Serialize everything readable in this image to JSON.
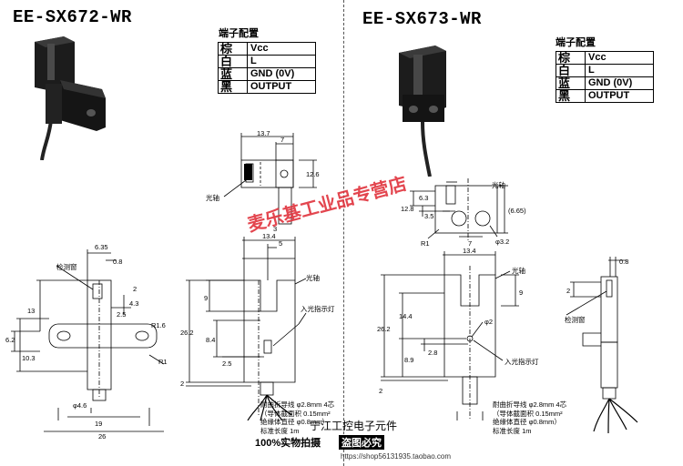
{
  "left": {
    "model": "EE-SX672-WR",
    "terminal_title": "端子配置",
    "terminals": [
      {
        "color": "棕",
        "signal": "Vcc"
      },
      {
        "color": "白",
        "signal": "L"
      },
      {
        "color": "蓝",
        "signal": "GND (0V)"
      },
      {
        "color": "黑",
        "signal": "OUTPUT"
      }
    ],
    "labels": {
      "optical_axis": "光轴",
      "detection_window": "检测窗",
      "indicator": "入光指示灯"
    },
    "dims_side": [
      "13.7",
      "7",
      "12.6",
      "3"
    ],
    "dims_front": [
      "6.35",
      "0.8",
      "2",
      "4.3",
      "2.5",
      "13",
      "R1.6",
      "6.2",
      "10.3",
      "R1",
      "φ4.6",
      "19",
      "26"
    ],
    "dims_main": [
      "13.4",
      "5",
      "9",
      "26.2",
      "8.4",
      "2.5",
      "2"
    ],
    "spec": [
      "耐曲折导线 φ2.8mm  4芯",
      "（导体截面积 0.15mm²",
      "绝缘体直径 φ0.8mm）",
      "标准长度 1m"
    ]
  },
  "right": {
    "model": "EE-SX673-WR",
    "terminal_title": "端子配置",
    "terminals": [
      {
        "color": "棕",
        "signal": "Vcc"
      },
      {
        "color": "白",
        "signal": "L"
      },
      {
        "color": "蓝",
        "signal": "GND (0V)"
      },
      {
        "color": "黑",
        "signal": "OUTPUT"
      }
    ],
    "labels": {
      "optical_axis": "光轴",
      "detection_window": "检测窗",
      "indicator": "入光指示灯"
    },
    "dims_top": [
      "6.3",
      "12.8",
      "3.5",
      "(6.65)",
      "R1",
      "7",
      "φ3.2"
    ],
    "dims_main": [
      "13.4",
      "9",
      "14.4",
      "26.2",
      "φ2",
      "2.8",
      "8.9",
      "2"
    ],
    "dims_side": [
      "0.8",
      "2"
    ],
    "spec": [
      "耐曲折导线 φ2.8mm  4芯",
      "（导体截面积 0.15mm²",
      "绝缘体直径 φ0.8mm）",
      "标准长度 1m"
    ]
  },
  "watermark": "麦乐基工业品专营店",
  "banner": {
    "line1": "宁江工控电子元件",
    "line2a": "100%实物拍摄",
    "line2b": "盗图必究",
    "url": "https://shop56131935.taobao.com"
  },
  "colors": {
    "watermark": "#e0323c"
  }
}
